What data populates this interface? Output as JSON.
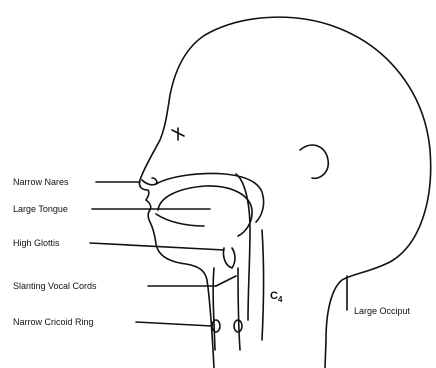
{
  "labels": {
    "narrow_nares": "Narrow Nares",
    "large_tongue": "Large Tongue",
    "high_glottis": "High Glottis",
    "slanting_vocal_cords": "Slanting Vocal Cords",
    "narrow_cricoid_ring": "Narrow Cricoid Ring",
    "c4": "C",
    "c4_sub": "4",
    "large_occiput": "Large Occiput"
  }
}
